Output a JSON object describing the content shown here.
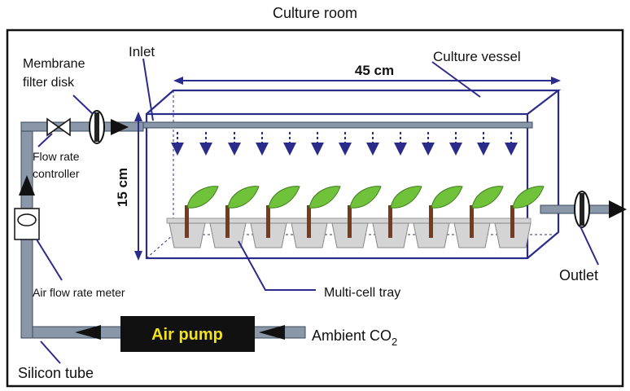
{
  "title": "Culture room",
  "labels": {
    "inlet": "Inlet",
    "culture_vessel": "Culture vessel",
    "membrane_line1": "Membrane",
    "membrane_line2": "filter disk",
    "flow_line1": "Flow rate",
    "flow_line2": "controller",
    "width_dim": "45 cm",
    "height_dim": "15 cm",
    "outlet": "Outlet",
    "air_flow_meter": "Air flow rate meter",
    "multi_cell_tray": "Multi-cell tray",
    "air_pump": "Air pump",
    "ambient_co2": "Ambient CO",
    "ambient_co2_sub": "2",
    "silicon_tube": "Silicon tube"
  },
  "colors": {
    "vessel": "#2b2b8c",
    "tube_fill": "#8a97a8",
    "tube_edge": "#3b4a5e",
    "pump": "#111111",
    "pump_text": "#f2e21c",
    "leaf": "#6fc23a",
    "stem": "#7a3a1c",
    "tray": "#d4d4d4"
  }
}
